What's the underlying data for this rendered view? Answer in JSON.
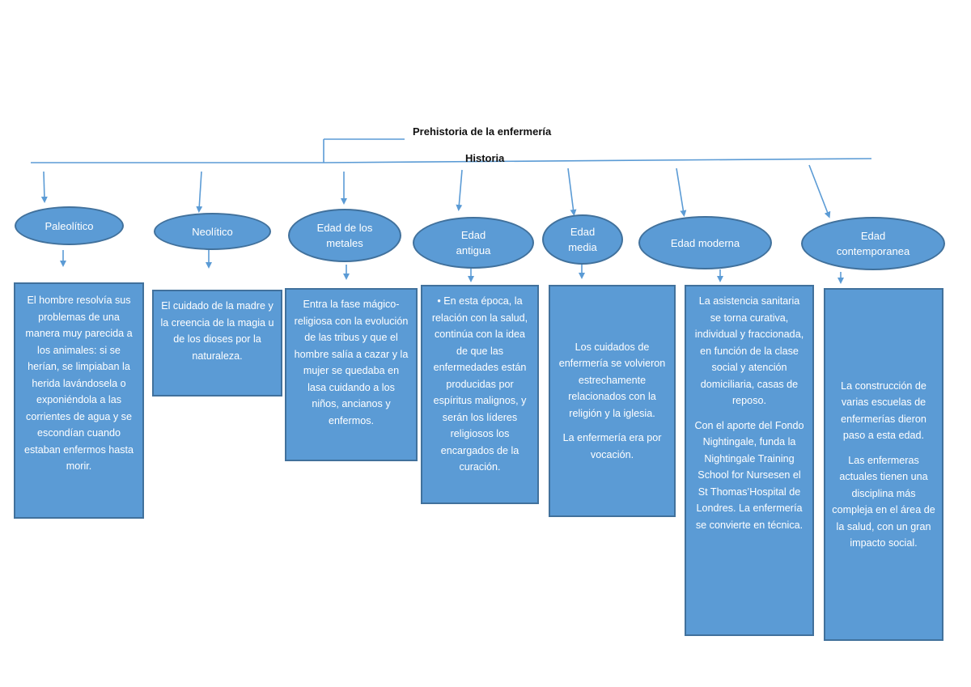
{
  "title": "Prehistoria de la enfermería",
  "subtitle": "Historia",
  "colors": {
    "fill": "#5b9bd5",
    "border": "#41719c",
    "text": "#ffffff"
  },
  "periods": [
    {
      "label": "Paleolítico",
      "text": [
        "El hombre resolvía sus problemas de una manera muy parecida a los animales: si se herían, se limpiaban la herida lavándosela o exponiéndola a las corrientes de agua y se escondían cuando estaban enfermos hasta morir."
      ]
    },
    {
      "label": "Neolítico",
      "text": [
        "El cuidado de la madre y la creencia de la magia u de los dioses por la naturaleza."
      ]
    },
    {
      "label": "Edad de los metales",
      "text": [
        "Entra la fase mágico-religiosa con la evolución de las tribus y que el hombre salía a cazar y la mujer se quedaba en lasa cuidando a los niños, ancianos y enfermos."
      ]
    },
    {
      "label": "Edad antigua",
      "text": [
        "• En esta época, la relación con la salud, continúa con la idea de que las enfermedades están producidas por espíritus malignos, y serán los líderes religiosos los encargados de la curación."
      ]
    },
    {
      "label": "Edad media",
      "text": [
        "Los cuidados de enfermería se volvieron estrechamente relacionados con la religión y la iglesia.",
        "La enfermería era por vocación."
      ]
    },
    {
      "label": "Edad moderna",
      "text": [
        "La asistencia sanitaria se torna curativa, individual y fraccionada, en función de la clase social y atención domiciliaria, casas de reposo.",
        "Con el aporte del Fondo Nightingale, funda la Nightingale Training School for Nursesen el St Thomas’Hospital de Londres. La enfermería se convierte en técnica."
      ]
    },
    {
      "label": "Edad contemporanea",
      "text": [
        "La construcción de varias escuelas  de enfermerías dieron paso a esta edad.",
        "Las enfermeras actuales tienen una disciplina más compleja en el área de la salud, con un gran impacto social."
      ]
    }
  ]
}
